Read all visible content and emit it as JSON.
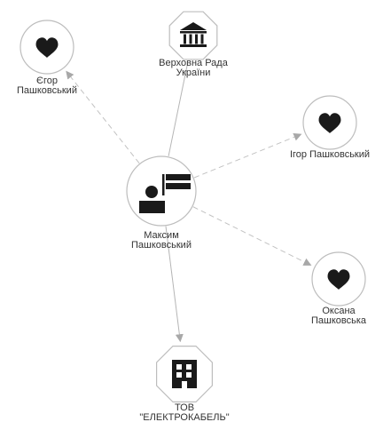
{
  "colors": {
    "edge_solid": "#b5b5b5",
    "edge_dashed": "#c2c2c2",
    "node_stroke": "#bdbdbd",
    "node_fill": "#ffffff",
    "icon": "#1a1a1a",
    "text": "#333333"
  },
  "nodes": [
    {
      "id": "maksym",
      "icon": "person-flag-icon",
      "shape": "circle",
      "label_lines": [
        "Максим",
        "Пашковський"
      ]
    },
    {
      "id": "rada",
      "icon": "institution-icon",
      "shape": "octagon",
      "label_lines": [
        "Верховна Рада",
        "України"
      ]
    },
    {
      "id": "yehor",
      "icon": "heart-icon",
      "shape": "circle",
      "label_lines": [
        "Єгор",
        "Пашковський"
      ]
    },
    {
      "id": "ihor",
      "icon": "heart-icon",
      "shape": "circle",
      "label_lines": [
        "Ігор Пашковський"
      ]
    },
    {
      "id": "oksana",
      "icon": "heart-icon",
      "shape": "circle",
      "label_lines": [
        "Оксана",
        "Пашковська"
      ]
    },
    {
      "id": "tov",
      "icon": "building-icon",
      "shape": "octagon",
      "label_lines": [
        "ТОВ",
        "\"ЕЛЕКТРОКАБЕЛЬ\""
      ]
    }
  ],
  "edges": [
    {
      "from": "maksym",
      "to": "rada",
      "style": "solid",
      "arrow": false
    },
    {
      "from": "maksym",
      "to": "yehor",
      "style": "dashed",
      "arrow": true
    },
    {
      "from": "maksym",
      "to": "ihor",
      "style": "dashed",
      "arrow": true
    },
    {
      "from": "maksym",
      "to": "oksana",
      "style": "dashed",
      "arrow": true
    },
    {
      "from": "maksym",
      "to": "tov",
      "style": "solid",
      "arrow": true
    }
  ]
}
